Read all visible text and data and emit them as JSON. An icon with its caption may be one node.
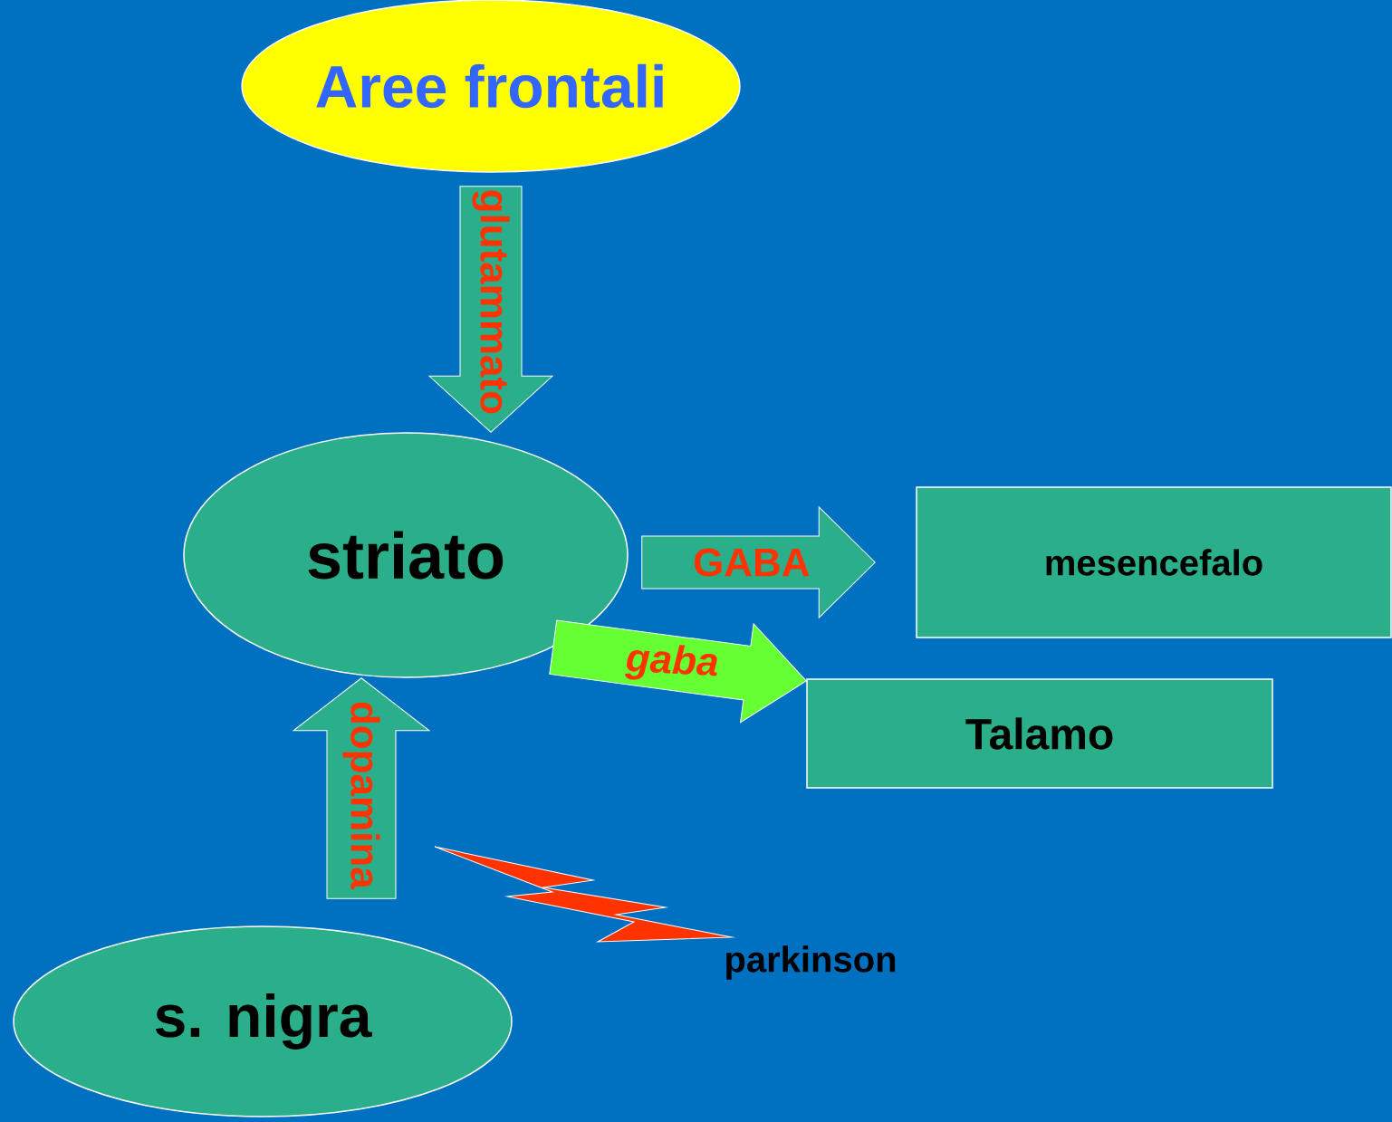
{
  "diagram": {
    "nodes": [
      {
        "text": [
          "Aree frontali"
        ]
      },
      {
        "text": [
          "striato"
        ]
      },
      {
        "text": [
          "mesencefalo"
        ]
      },
      {
        "text": [
          "Talamo"
        ]
      },
      {
        "text": [
          "s. nigra"
        ]
      }
    ],
    "edges": [
      {
        "from": 0,
        "to": 1,
        "arrow": "to",
        "label": "glutammato"
      },
      {
        "from": 1,
        "to": 2,
        "arrow": "to",
        "label": "GABA"
      },
      {
        "from": 1,
        "to": 3,
        "arrow": "to",
        "label": "gaba",
        "color": "#66ff33"
      },
      {
        "from": 4,
        "to": 1,
        "arrow": "to",
        "label": "dopamina"
      }
    ],
    "labels": [
      "parkinson"
    ]
  }
}
